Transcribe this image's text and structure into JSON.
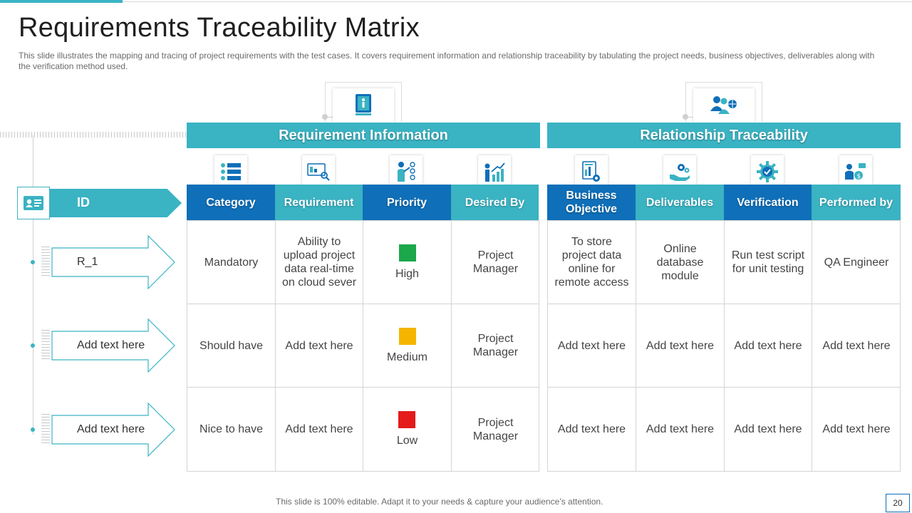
{
  "slide": {
    "title": "Requirements Traceability Matrix",
    "subtitle": "This slide illustrates the mapping and tracing of project requirements  with the test cases. It covers  requirement  information  and relationship traceability by tabulating the project needs, business objectives, deliverables  along with the verification  method used.",
    "footer": "This slide is 100% editable. Adapt it to your needs & capture your audience’s attention.",
    "page_number": "20"
  },
  "id_header": "ID",
  "groups": {
    "requirement_information": "Requirement Information",
    "relationship_traceability": "Relationship  Traceability"
  },
  "columns": {
    "category": "Category",
    "requirement": "Requirement",
    "priority": "Priority",
    "desired_by": "Desired By",
    "business_objective": "Business Objective",
    "deliverables": "Deliverables",
    "verification": "Verification",
    "performed_by": "Performed by"
  },
  "rows": [
    {
      "id": "R_1",
      "category": "Mandatory",
      "requirement": "Ability to upload project data real-time on cloud sever",
      "priority": "High",
      "priority_color": "#1aa84a",
      "desired_by": "Project Manager",
      "business_objective": "To store project data online for remote access",
      "deliverables": "Online database module",
      "verification": "Run test script for unit testing",
      "performed_by": "QA Engineer"
    },
    {
      "id": "Add text here",
      "category": "Should have",
      "requirement": "Add text here",
      "priority": "Medium",
      "priority_color": "#f5b400",
      "desired_by": "Project Manager",
      "business_objective": "Add text here",
      "deliverables": "Add text here",
      "verification": "Add text here",
      "performed_by": "Add text here"
    },
    {
      "id": "Add text here",
      "category": "Nice to have",
      "requirement": "Add text here",
      "priority": "Low",
      "priority_color": "#e51b1b",
      "desired_by": "Project Manager",
      "business_objective": "Add text here",
      "deliverables": "Add text here",
      "verification": "Add text here",
      "performed_by": "Add text here"
    }
  ],
  "colors": {
    "teal": "#3ab3c3",
    "blue": "#0f6fb8"
  }
}
